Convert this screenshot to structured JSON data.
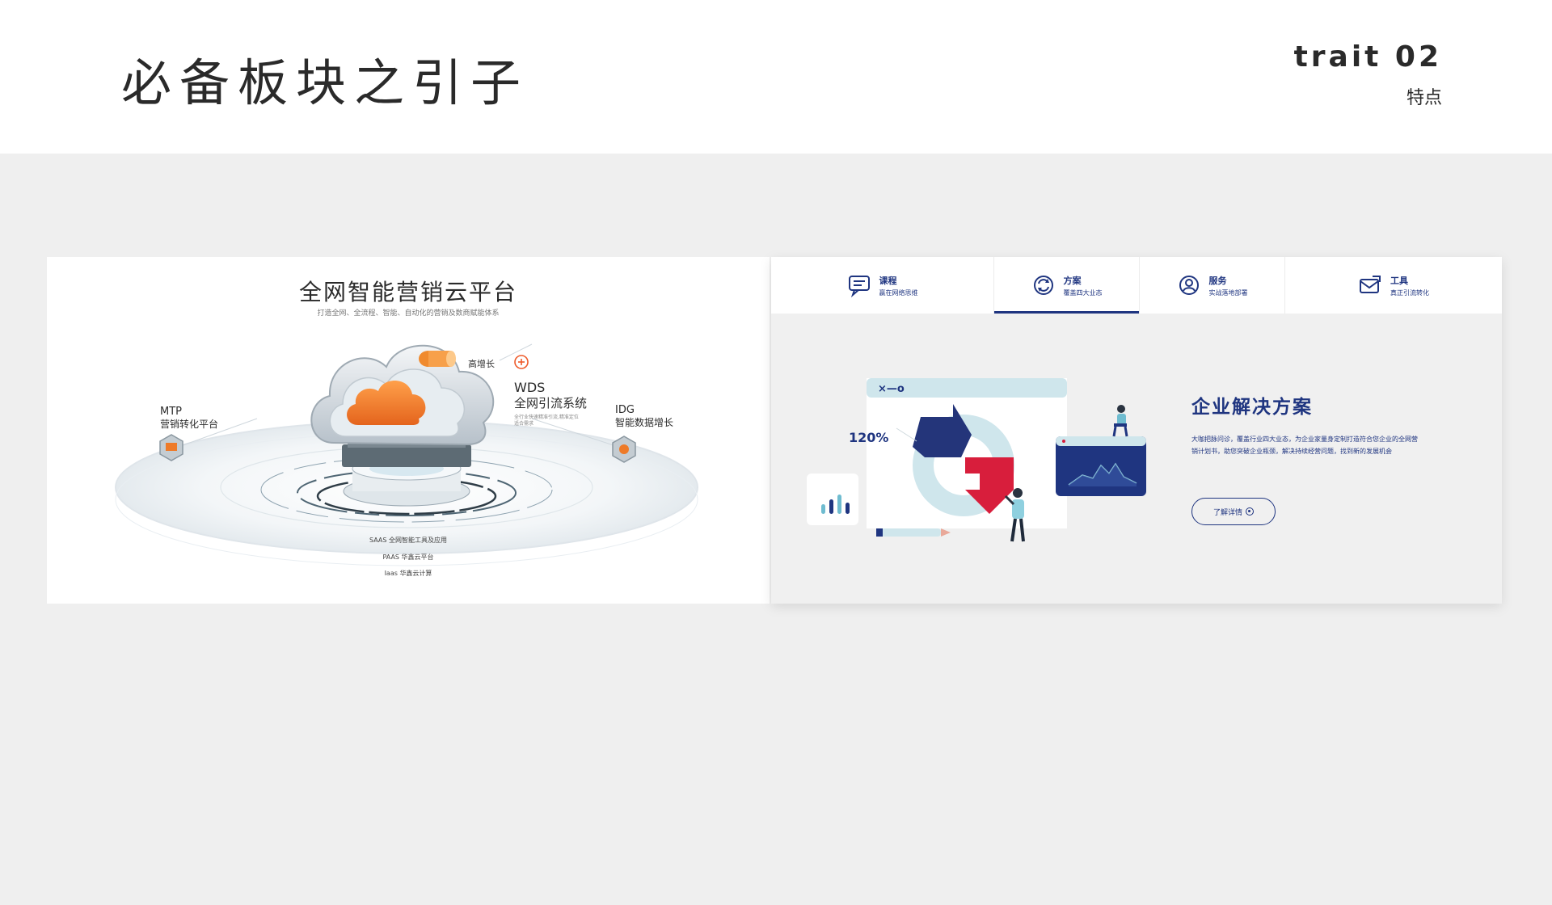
{
  "header": {
    "title": "必备板块之引子",
    "trait_en": "trait 02",
    "trait_cn": "特点"
  },
  "left_panel": {
    "title": "全网智能营销云平台",
    "subtitle": "打造全网、全流程、智能、自动化的营销及数商赋能体系",
    "mtp": {
      "code": "MTP",
      "name": "营销转化平台"
    },
    "wds": {
      "code": "WDS",
      "name": "全网引流系统",
      "desc_line1": "全行业快速精准引流,精准定位",
      "desc_line2": "适合需求"
    },
    "idg": {
      "code": "IDG",
      "name": "智能数据增长"
    },
    "growth_label": "高增长",
    "layers": [
      "SAAS 全网智能工具及应用",
      "PAAS 华鑫云平台",
      "Iaas 华鑫云计算"
    ]
  },
  "right_panel": {
    "tabs": [
      {
        "label": "课程",
        "desc": "赢在网络思维",
        "icon": "chat-document-icon"
      },
      {
        "label": "方案",
        "desc": "覆盖四大业态",
        "icon": "refresh-cycle-icon"
      },
      {
        "label": "服务",
        "desc": "实战落地部署",
        "icon": "user-service-icon"
      },
      {
        "label": "工具",
        "desc": "真正引流转化",
        "icon": "message-tool-icon"
      }
    ],
    "active_tab": 1,
    "percent": "120%",
    "window_controls": "×—o",
    "solution_title": "企业解决方案",
    "solution_desc": "大咖把脉问诊，覆盖行业四大业态，为企业家量身定制打造符合您企业的全网营销计划书，助您突破企业瓶颈，解决持续经营问题，找到新的发展机会",
    "button_label": "了解详情"
  },
  "colors": {
    "navy": "#1f3580",
    "red": "#d81e3c",
    "light_blue": "#cfe6ec",
    "orange": "#ee7a28",
    "background": "#efefef"
  }
}
